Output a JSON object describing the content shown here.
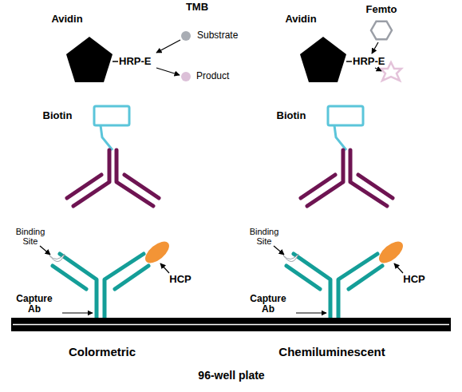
{
  "diagram": {
    "labels": [
      "TMB",
      "Substrate",
      "Avidin",
      "HRP-E",
      "Product",
      "Femto",
      "Avidin",
      "HRP-E",
      "Biotin",
      "Biotin",
      "Binding Site",
      "HCP",
      "Binding Site",
      "HCP",
      "Capture Ab",
      "Capture Ab",
      "Colormetric",
      "Chemiluminescent",
      "96-well plate"
    ]
  }
}
